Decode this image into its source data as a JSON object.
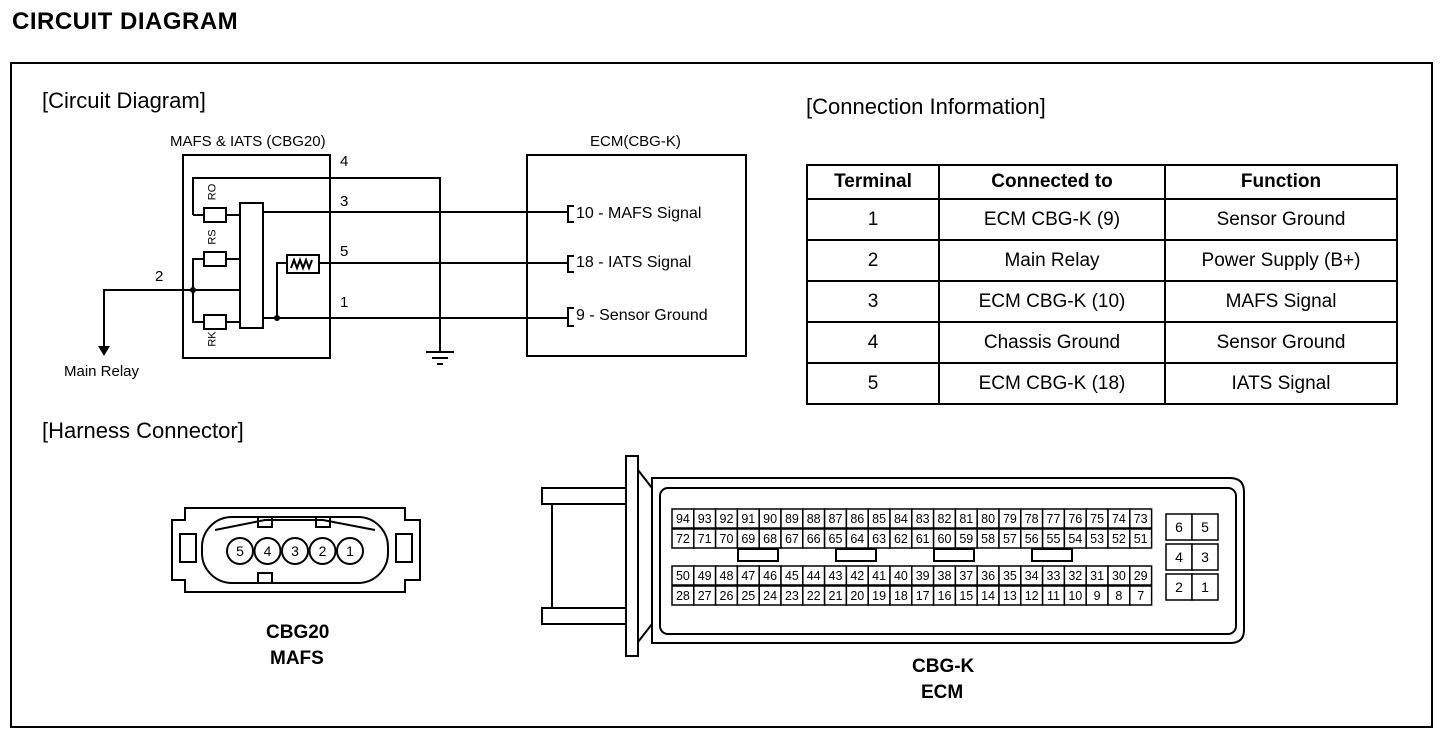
{
  "page_title": "CIRCUIT DIAGRAM",
  "circuit": {
    "section_title": "[Circuit Diagram]",
    "sensor_label": "MAFS & IATS (CBG20)",
    "ecm_label": "ECM(CBG-K)",
    "resistors": {
      "ro": "RO",
      "rs": "RS",
      "rk": "RK"
    },
    "wire_numbers": {
      "w4": "4",
      "w3": "3",
      "w5": "5",
      "w1": "1",
      "w2": "2"
    },
    "ecm_pins": {
      "p10": "10 - MAFS Signal",
      "p18": "18 - IATS Signal",
      "p9": "9 - Sensor Ground"
    },
    "main_relay": "Main Relay"
  },
  "connection": {
    "section_title": "[Connection Information]",
    "headers": [
      "Terminal",
      "Connected to",
      "Function"
    ],
    "rows": [
      [
        "1",
        "ECM CBG-K (9)",
        "Sensor Ground"
      ],
      [
        "2",
        "Main Relay",
        "Power Supply (B+)"
      ],
      [
        "3",
        "ECM CBG-K (10)",
        "MAFS Signal"
      ],
      [
        "4",
        "Chassis Ground",
        "Sensor Ground"
      ],
      [
        "5",
        "ECM CBG-K (18)",
        "IATS Signal"
      ]
    ]
  },
  "harness": {
    "section_title": "[Harness Connector]",
    "mafs_pins": [
      "5",
      "4",
      "3",
      "2",
      "1"
    ],
    "mafs_code": "CBG20",
    "mafs_name": "MAFS",
    "ecm_code": "CBG-K",
    "ecm_name": "ECM",
    "ecm_rows": [
      [
        "94",
        "93",
        "92",
        "91",
        "90",
        "89",
        "88",
        "87",
        "86",
        "85",
        "84",
        "83",
        "82",
        "81",
        "80",
        "79",
        "78",
        "77",
        "76",
        "75",
        "74",
        "73"
      ],
      [
        "72",
        "71",
        "70",
        "69",
        "68",
        "67",
        "66",
        "65",
        "64",
        "63",
        "62",
        "61",
        "60",
        "59",
        "58",
        "57",
        "56",
        "55",
        "54",
        "53",
        "52",
        "51"
      ],
      [
        "50",
        "49",
        "48",
        "47",
        "46",
        "45",
        "44",
        "43",
        "42",
        "41",
        "40",
        "39",
        "38",
        "37",
        "36",
        "35",
        "34",
        "33",
        "32",
        "31",
        "30",
        "29"
      ],
      [
        "28",
        "27",
        "26",
        "25",
        "24",
        "23",
        "22",
        "21",
        "20",
        "19",
        "18",
        "17",
        "16",
        "15",
        "14",
        "13",
        "12",
        "11",
        "10",
        "9",
        "8",
        "7"
      ]
    ],
    "ecm_small": [
      [
        "6",
        "5"
      ],
      [
        "4",
        "3"
      ],
      [
        "2",
        "1"
      ]
    ]
  }
}
